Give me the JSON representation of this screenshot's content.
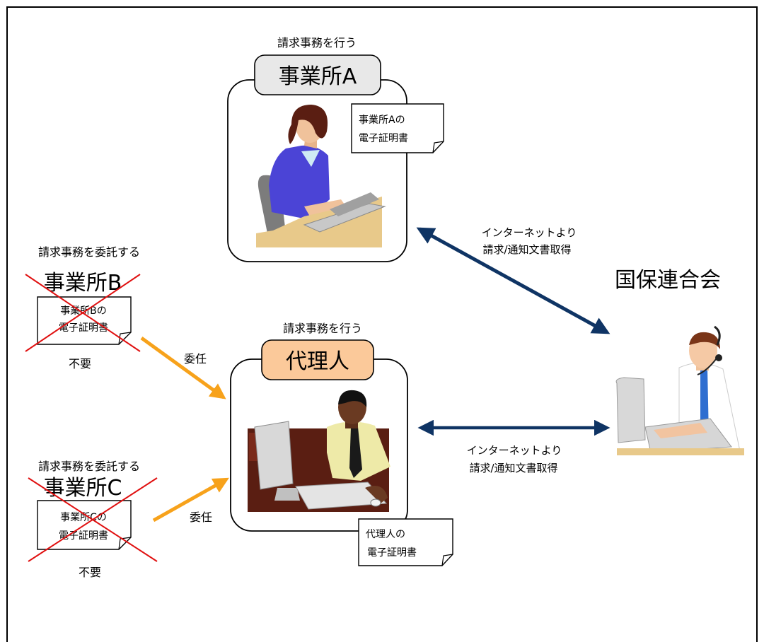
{
  "office_a": {
    "role": "請求事務を行う",
    "name": "事業所A",
    "cert_line1": "事業所Aの",
    "cert_line2": "電子証明書"
  },
  "office_b": {
    "role": "請求事務を委託する",
    "name": "事業所B",
    "cert_line1": "事業所Bの",
    "cert_line2": "電子証明書",
    "unneeded": "不要"
  },
  "office_c": {
    "role": "請求事務を委託する",
    "name": "事業所C",
    "cert_line1": "事業所Cの",
    "cert_line2": "電子証明書",
    "unneeded": "不要"
  },
  "agent": {
    "role": "請求事務を行う",
    "name": "代理人",
    "cert_line1": "代理人の",
    "cert_line2": "電子証明書"
  },
  "federation": {
    "name": "国保連合会"
  },
  "link_a": {
    "line1": "インターネットより",
    "line2": "請求/通知文書取得"
  },
  "link_agent": {
    "line1": "インターネットより",
    "line2": "請求/通知文書取得"
  },
  "delegate_b": "委任",
  "delegate_c": "委任",
  "colors": {
    "navy_arrow": "#0f3464",
    "orange_arrow": "#f7a21b",
    "red_cross": "#e01010",
    "office_label_bg": "#e8e8e8",
    "agent_label_bg": "#fbc99a"
  }
}
